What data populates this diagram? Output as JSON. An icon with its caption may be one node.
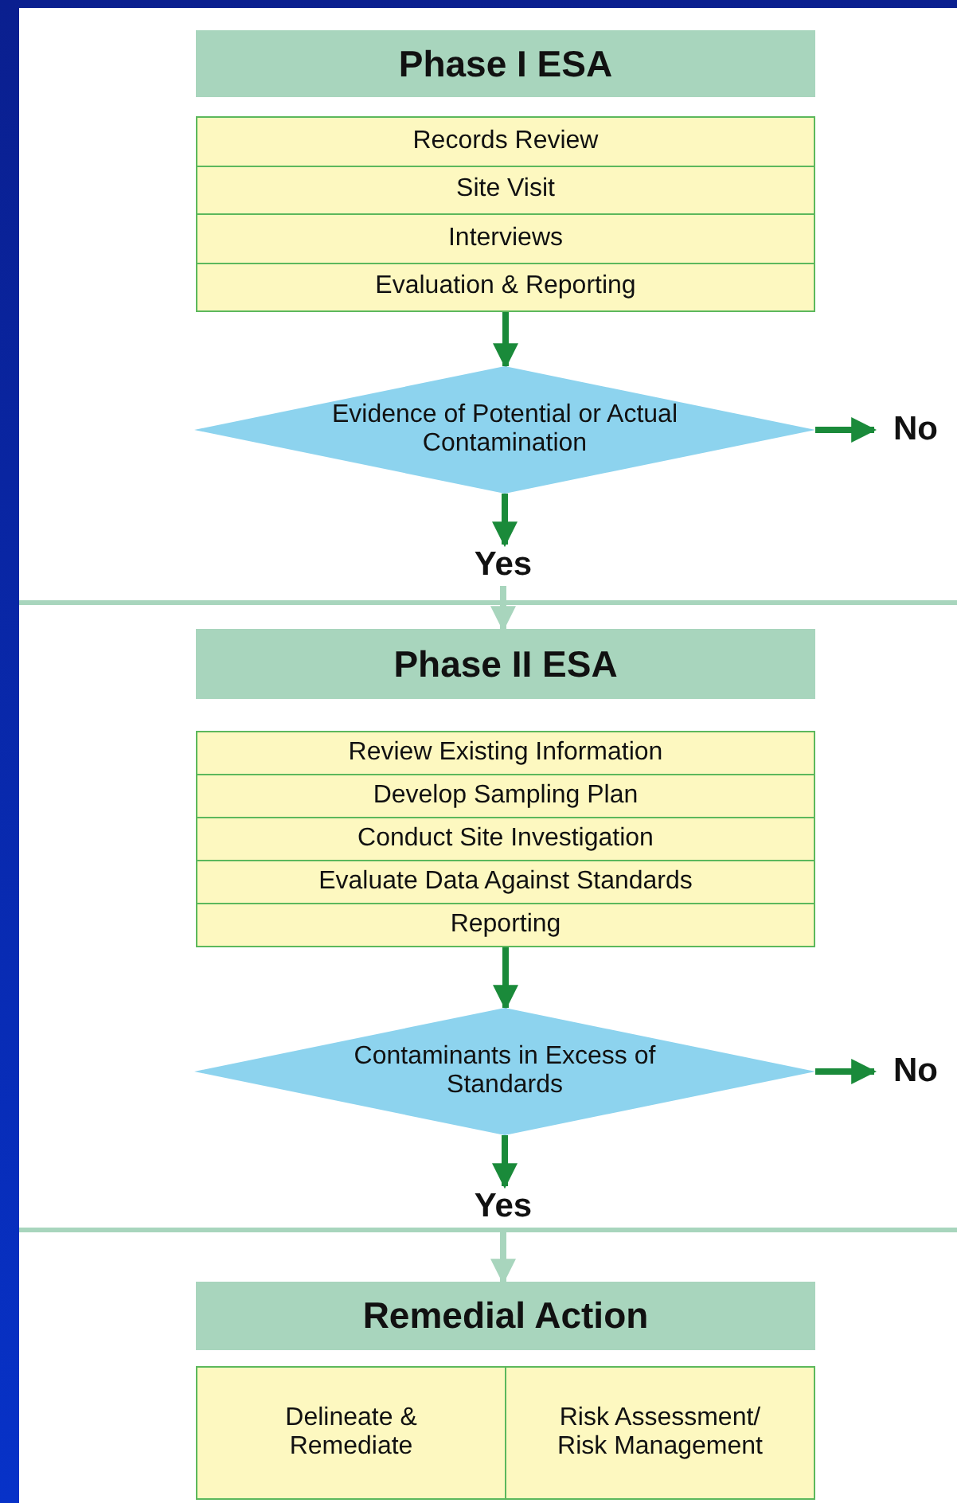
{
  "diagram": {
    "nodes": [
      {
        "text": [
          "Phase I ESA"
        ]
      },
      {
        "text": [
          "Records Review",
          "Site Visit",
          "Interviews",
          "Evaluation & Reporting"
        ]
      },
      {
        "text": [
          "Evidence of Potential or Actual Contamination"
        ]
      },
      {
        "text": [
          "No"
        ]
      },
      {
        "text": [
          "Yes"
        ]
      },
      {
        "text": [
          "Phase II ESA"
        ]
      },
      {
        "text": [
          "Review Existing Information",
          "Develop Sampling Plan",
          "Conduct Site Investigation",
          "Evaluate Data Against Standards",
          "Reporting"
        ]
      },
      {
        "text": [
          "Contaminants in Excess of Standards"
        ]
      },
      {
        "text": [
          "No"
        ]
      },
      {
        "text": [
          "Yes"
        ]
      },
      {
        "text": [
          "Remedial Action"
        ]
      },
      {
        "text": [
          "Delineate & Remediate"
        ]
      },
      {
        "text": [
          "Risk Assessment/ Risk Management"
        ]
      }
    ],
    "edges": [
      {
        "from": 1,
        "to": 2,
        "arrow": "to"
      },
      {
        "from": 2,
        "to": 3,
        "arrow": "to"
      },
      {
        "from": 2,
        "to": 4,
        "arrow": "to"
      },
      {
        "from": 4,
        "to": 5,
        "arrow": "to",
        "color": "#a8d5bd"
      },
      {
        "from": 6,
        "to": 7,
        "arrow": "to"
      },
      {
        "from": 7,
        "to": 8,
        "arrow": "to"
      },
      {
        "from": 7,
        "to": 9,
        "arrow": "to"
      },
      {
        "from": 9,
        "to": 10,
        "arrow": "to",
        "color": "#a8d5bd"
      }
    ]
  }
}
